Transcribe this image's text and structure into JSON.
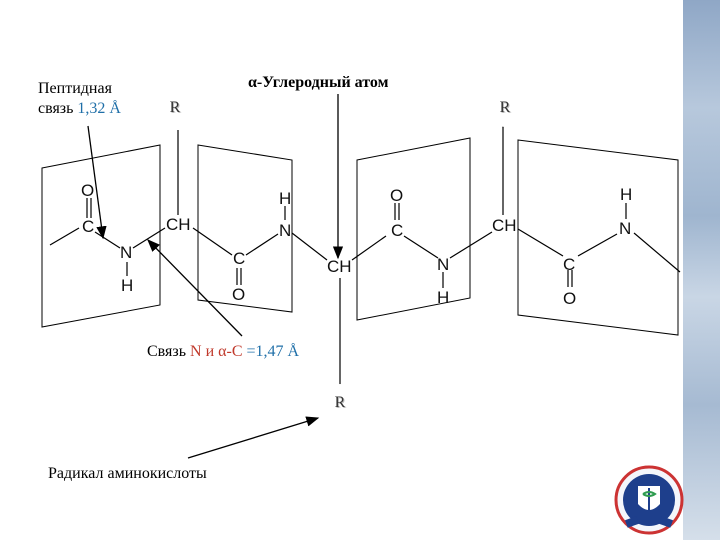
{
  "labels": {
    "peptide_bond_line1": "Пептидная",
    "peptide_bond_line2_prefix": "связь ",
    "peptide_bond_length": "1,32 Å",
    "alpha_carbon": "α-Углеродный атом",
    "n_alpha_bond_prefix": "Связь ",
    "n_alpha_bond_n": "N",
    "n_alpha_bond_and": " и ",
    "n_alpha_bond_c": "α-C",
    "n_alpha_bond_value": " =1,47 Å",
    "radical": "Радикал аминокислоты"
  },
  "r_groups": {
    "r1": "R",
    "r2": "R",
    "r3": "R"
  },
  "atoms": {
    "o1": "O",
    "c1": "C",
    "n1": "N",
    "h1": "H",
    "ch1": "CH",
    "c2": "C",
    "o2": "O",
    "h2": "H",
    "n2": "N",
    "ch2": "CH",
    "o3": "O",
    "c3": "C",
    "n3": "N",
    "h3": "H",
    "ch3": "CH",
    "c4": "C",
    "o4": "O",
    "h4": "H",
    "n4": "N"
  },
  "colors": {
    "accent_blue": "#1f6fa8",
    "accent_red": "#c0392b"
  },
  "icons": {
    "emblem": "university-emblem-icon"
  }
}
